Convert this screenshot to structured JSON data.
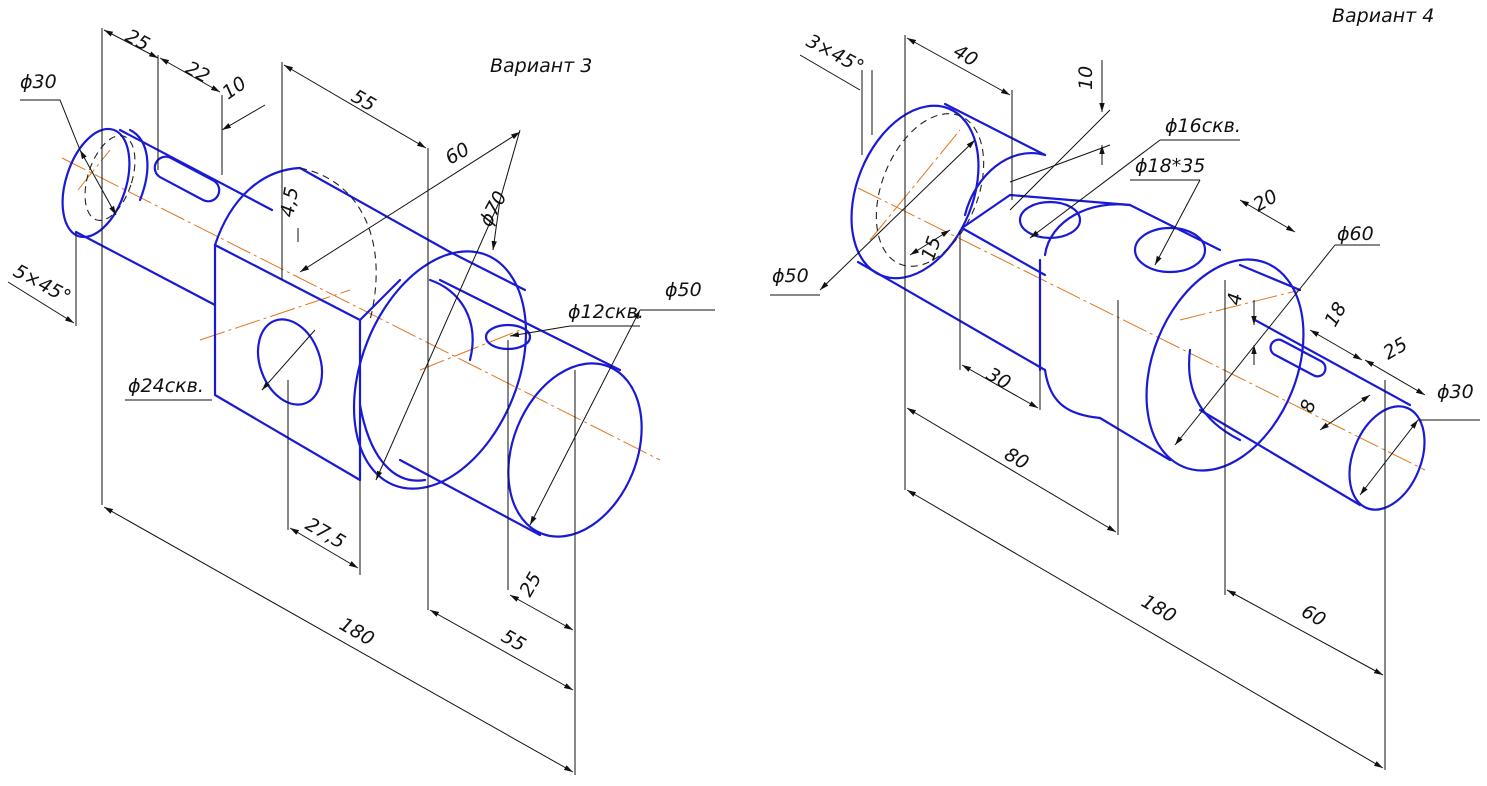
{
  "variant3": {
    "title": "Вариант 3",
    "labels": {
      "d30": "ϕ30",
      "d25": "25",
      "d22": "22",
      "d10": "10",
      "d55top": "55",
      "d60": "60",
      "d45": "4,5",
      "d70": "ϕ70",
      "chamfer": "5×45°",
      "d12": "ϕ12скв.",
      "d50": "ϕ50",
      "d24": "ϕ24скв.",
      "d275": "27,5",
      "d25b": "25",
      "d55b": "55",
      "d180": "180"
    }
  },
  "variant4": {
    "title": "Вариант 4",
    "labels": {
      "chamfer": "3×45°",
      "d40": "40",
      "d10": "10",
      "d16": "ϕ16скв.",
      "d18": "ϕ18*35",
      "d20": "20",
      "d60d": "ϕ60",
      "d50": "ϕ50",
      "d15": "15",
      "d4": "4",
      "d18b": "18",
      "d25": "25",
      "d30b": "30",
      "d8": "8",
      "d30d": "ϕ30",
      "d80": "80",
      "d180": "180",
      "d60b": "60"
    }
  }
}
